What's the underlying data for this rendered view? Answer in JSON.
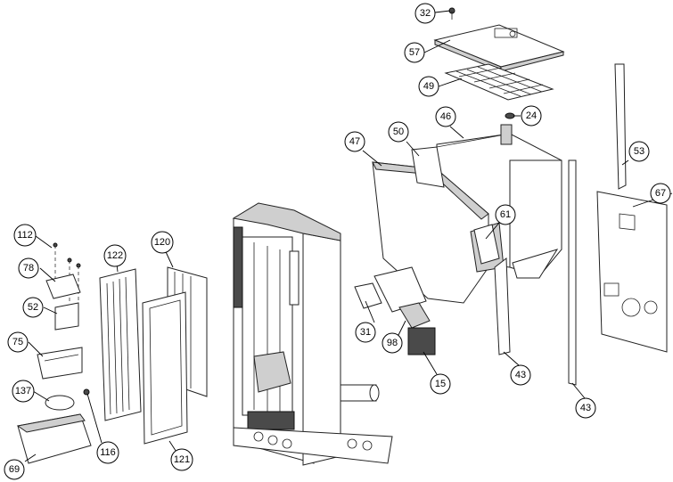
{
  "callouts": [
    {
      "id": "c32",
      "label": "32"
    },
    {
      "id": "c57",
      "label": "57"
    },
    {
      "id": "c49",
      "label": "49"
    },
    {
      "id": "c24",
      "label": "24"
    },
    {
      "id": "c46",
      "label": "46"
    },
    {
      "id": "c50",
      "label": "50"
    },
    {
      "id": "c47",
      "label": "47"
    },
    {
      "id": "c53",
      "label": "53"
    },
    {
      "id": "c67",
      "label": "67"
    },
    {
      "id": "c61",
      "label": "61"
    },
    {
      "id": "c31",
      "label": "31"
    },
    {
      "id": "c98",
      "label": "98"
    },
    {
      "id": "c15",
      "label": "15"
    },
    {
      "id": "c43a",
      "label": "43"
    },
    {
      "id": "c43b",
      "label": "43"
    },
    {
      "id": "c112",
      "label": "112"
    },
    {
      "id": "c78",
      "label": "78"
    },
    {
      "id": "c52",
      "label": "52"
    },
    {
      "id": "c75",
      "label": "75"
    },
    {
      "id": "c137",
      "label": "137"
    },
    {
      "id": "c116",
      "label": "116"
    },
    {
      "id": "c69",
      "label": "69"
    },
    {
      "id": "c122",
      "label": "122"
    },
    {
      "id": "c120",
      "label": "120"
    },
    {
      "id": "c121",
      "label": "121"
    }
  ]
}
